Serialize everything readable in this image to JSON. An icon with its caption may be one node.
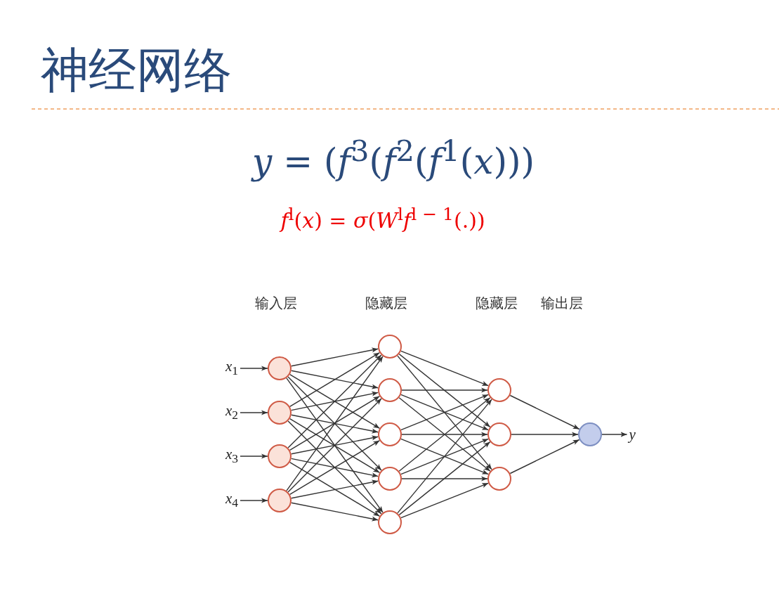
{
  "diagram": {
    "title": "神经网络",
    "nodes": [
      {
        "text": [
          "*x*$_{1}$"
        ]
      },
      {
        "text": [
          "*x*$_{2}$"
        ]
      },
      {
        "text": [
          "*x*$_{3}$"
        ]
      },
      {
        "text": [
          "*x*$_{4}$"
        ]
      },
      {
        "text": [],
        "shape": "circle"
      },
      {
        "text": [],
        "shape": "circle"
      },
      {
        "text": [],
        "shape": "circle"
      },
      {
        "text": [],
        "shape": "circle"
      },
      {
        "text": [],
        "shape": "circle"
      },
      {
        "text": [],
        "shape": "circle"
      },
      {
        "text": [],
        "shape": "circle"
      },
      {
        "text": [],
        "shape": "circle"
      },
      {
        "text": [],
        "shape": "circle"
      },
      {
        "text": [],
        "shape": "circle"
      },
      {
        "text": [],
        "shape": "circle"
      },
      {
        "text": [],
        "shape": "circle"
      },
      {
        "text": [],
        "shape": "circle"
      },
      {
        "text": [
          "y"
        ]
      }
    ],
    "edges": [
      {
        "from": 0,
        "to": 4,
        "arrow": "to"
      },
      {
        "from": 1,
        "to": 5,
        "arrow": "to"
      },
      {
        "from": 2,
        "to": 6,
        "arrow": "to"
      },
      {
        "from": 3,
        "to": 7,
        "arrow": "to"
      },
      {
        "from": 4,
        "to": 8,
        "arrow": "to"
      },
      {
        "from": 4,
        "to": 9,
        "arrow": "to"
      },
      {
        "from": 4,
        "to": 10,
        "arrow": "to"
      },
      {
        "from": 4,
        "to": 11,
        "arrow": "to"
      },
      {
        "from": 4,
        "to": 12,
        "arrow": "to"
      },
      {
        "from": 5,
        "to": 8,
        "arrow": "to"
      },
      {
        "from": 5,
        "to": 9,
        "arrow": "to"
      },
      {
        "from": 5,
        "to": 10,
        "arrow": "to"
      },
      {
        "from": 5,
        "to": 11,
        "arrow": "to"
      },
      {
        "from": 5,
        "to": 12,
        "arrow": "to"
      },
      {
        "from": 6,
        "to": 8,
        "arrow": "to"
      },
      {
        "from": 6,
        "to": 9,
        "arrow": "to"
      },
      {
        "from": 6,
        "to": 10,
        "arrow": "to"
      },
      {
        "from": 6,
        "to": 11,
        "arrow": "to"
      },
      {
        "from": 6,
        "to": 12,
        "arrow": "to"
      },
      {
        "from": 7,
        "to": 8,
        "arrow": "to"
      },
      {
        "from": 7,
        "to": 9,
        "arrow": "to"
      },
      {
        "from": 7,
        "to": 10,
        "arrow": "to"
      },
      {
        "from": 7,
        "to": 11,
        "arrow": "to"
      },
      {
        "from": 7,
        "to": 12,
        "arrow": "to"
      },
      {
        "from": 8,
        "to": 13,
        "arrow": "to"
      },
      {
        "from": 8,
        "to": 14,
        "arrow": "to"
      },
      {
        "from": 8,
        "to": 15,
        "arrow": "to"
      },
      {
        "from": 9,
        "to": 13,
        "arrow": "to"
      },
      {
        "from": 9,
        "to": 14,
        "arrow": "to"
      },
      {
        "from": 9,
        "to": 15,
        "arrow": "to"
      },
      {
        "from": 10,
        "to": 13,
        "arrow": "to"
      },
      {
        "from": 10,
        "to": 14,
        "arrow": "to"
      },
      {
        "from": 10,
        "to": 15,
        "arrow": "to"
      },
      {
        "from": 11,
        "to": 13,
        "arrow": "to"
      },
      {
        "from": 11,
        "to": 14,
        "arrow": "to"
      },
      {
        "from": 11,
        "to": 15,
        "arrow": "to"
      },
      {
        "from": 12,
        "to": 13,
        "arrow": "to"
      },
      {
        "from": 12,
        "to": 14,
        "arrow": "to"
      },
      {
        "from": 12,
        "to": 15,
        "arrow": "to"
      },
      {
        "from": 13,
        "to": 16,
        "arrow": "to"
      },
      {
        "from": 14,
        "to": 16,
        "arrow": "to"
      },
      {
        "from": 15,
        "to": 16,
        "arrow": "to"
      },
      {
        "from": 16,
        "to": 17,
        "arrow": "to"
      }
    ],
    "labels": [
      "*y* =  (*f*$^{3}$(*f*$^{2}$(*f*$^{1}$(*x*)))",
      "*f*$^{l}$(*x*) = *σ*(*W*$^{l}$*f*$^{l − 1}$(.))",
      "输入层",
      "隐藏层",
      "隐藏层",
      "输出层"
    ]
  }
}
